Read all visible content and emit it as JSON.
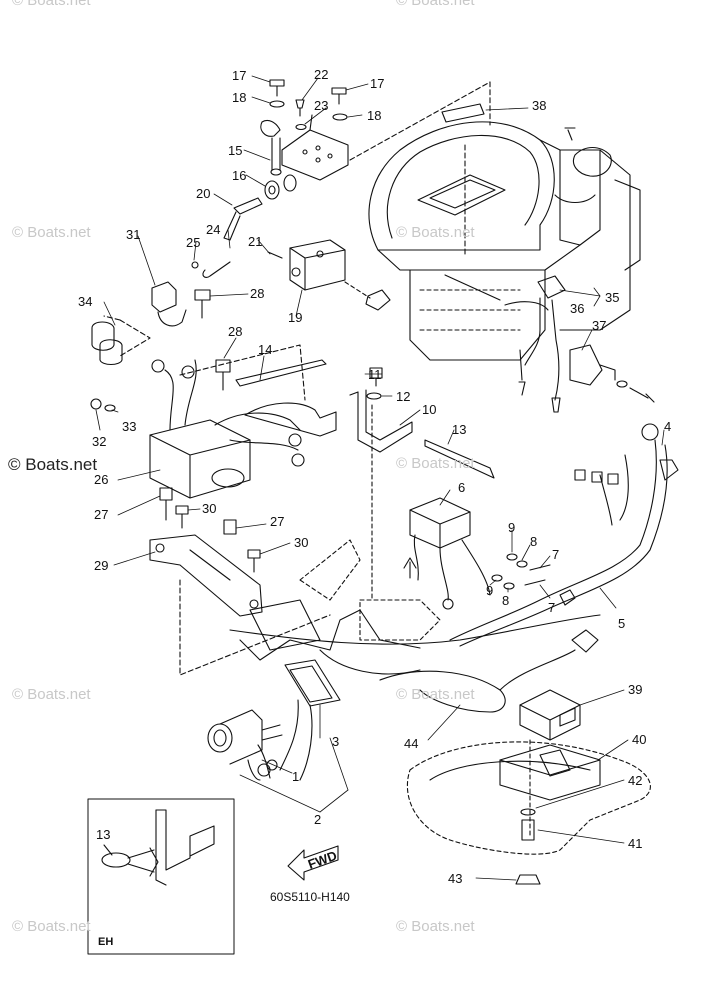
{
  "watermark": "© Boats.net",
  "watermark_main": "© Boats.net",
  "diagram_code": "60S5110-H140",
  "inset_label": "EH",
  "fwd_label": "FWD",
  "callouts": {
    "p1": "1",
    "p2": "2",
    "p3": "3",
    "p4": "4",
    "p5": "5",
    "p6": "6",
    "p7a": "7",
    "p7b": "7",
    "p8a": "8",
    "p8b": "8",
    "p9a": "9",
    "p9b": "9",
    "p10": "10",
    "p11": "11",
    "p12": "12",
    "p13": "13",
    "p13b": "13",
    "p14": "14",
    "p15": "15",
    "p16": "16",
    "p17a": "17",
    "p17b": "17",
    "p18a": "18",
    "p18b": "18",
    "p19": "19",
    "p20": "20",
    "p21": "21",
    "p22": "22",
    "p23": "23",
    "p24": "24",
    "p25": "25",
    "p26": "26",
    "p27a": "27",
    "p27b": "27",
    "p28a": "28",
    "p28b": "28",
    "p29": "29",
    "p30a": "30",
    "p30b": "30",
    "p31": "31",
    "p32": "32",
    "p33": "33",
    "p34": "34",
    "p35": "35",
    "p36": "36",
    "p37": "37",
    "p38": "38",
    "p39": "39",
    "p40": "40",
    "p41": "41",
    "p42": "42",
    "p43": "43",
    "p44": "44"
  }
}
